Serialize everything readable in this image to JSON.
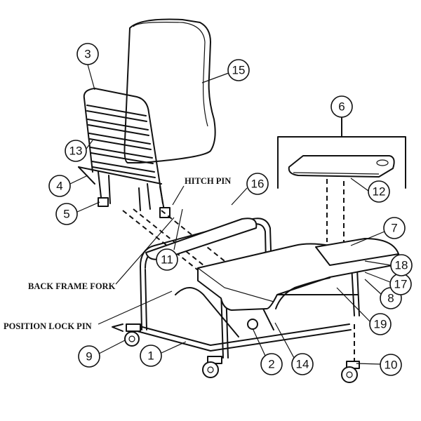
{
  "callouts": {
    "c1": "1",
    "c2": "2",
    "c3": "3",
    "c4": "4",
    "c5": "5",
    "c6": "6",
    "c7": "7",
    "c8": "8",
    "c9": "9",
    "c10": "10",
    "c11": "11",
    "c12": "12",
    "c13": "13",
    "c14": "14",
    "c15": "15",
    "c16": "16",
    "c17": "17",
    "c18": "18",
    "c19": "19"
  },
  "labels": {
    "hitch_pin": "HITCH PIN",
    "back_frame_fork": "BACK FRAME FORK",
    "position_lock_pin": "POSITION LOCK PIN"
  }
}
